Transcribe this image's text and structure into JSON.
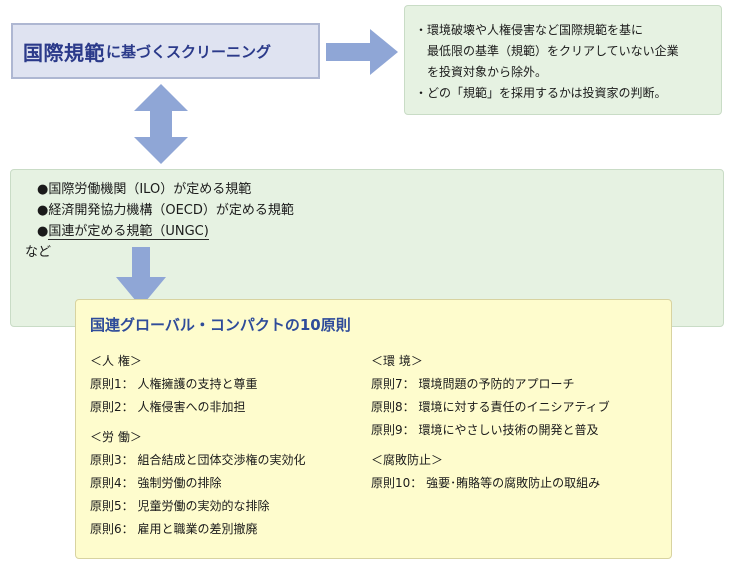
{
  "title": {
    "strong": "国際規範",
    "rest": "に基づくスクリーニング"
  },
  "note": {
    "lines": [
      {
        "bullet": "・",
        "text": "環境破壊や人権侵害など国際規範を基に"
      },
      {
        "bullet": "",
        "text": "最低限の基準（規範）をクリアしていない企業"
      },
      {
        "bullet": "",
        "text": "を投資対象から除外。"
      },
      {
        "bullet": "・",
        "text": "どの「規範」を採用するかは投資家の判断。"
      }
    ]
  },
  "standards": {
    "items": [
      {
        "bullet": "●",
        "text": "国際労働機関（ILO）が定める規範"
      },
      {
        "bullet": "●",
        "text": "経済開発協力機構（OECD）が定める規範"
      },
      {
        "bullet": "●",
        "text": "国連が定める規範（UNGC)"
      }
    ],
    "etc": "など"
  },
  "ungc": {
    "title": "国連グローバル・コンパクトの10原則",
    "sections": [
      {
        "heading": "＜人 権＞",
        "items": [
          {
            "label": "原則1：",
            "text": "人権擁護の支持と尊重"
          },
          {
            "label": "原則2：",
            "text": "人権侵害への非加担"
          }
        ]
      },
      {
        "heading": "＜労 働＞",
        "items": [
          {
            "label": "原則3：",
            "text": "組合結成と団体交渉権の実効化"
          },
          {
            "label": "原則4：",
            "text": "強制労働の排除"
          },
          {
            "label": "原則5：",
            "text": "児童労働の実効的な排除"
          },
          {
            "label": "原則6：",
            "text": "雇用と職業の差別撤廃"
          }
        ]
      },
      {
        "heading": "＜環 境＞",
        "items": [
          {
            "label": "原則7：",
            "text": "環境問題の予防的アプローチ"
          },
          {
            "label": "原則8：",
            "text": "環境に対する責任のイニシアティブ"
          },
          {
            "label": "原則9：",
            "text": "環境にやさしい技術の開発と普及"
          }
        ]
      },
      {
        "heading": "＜腐敗防止＞",
        "items": [
          {
            "label": "原則10：",
            "text": "強要･賄賂等の腐敗防止の取組み"
          }
        ]
      }
    ]
  },
  "colors": {
    "arrow": "#8fa6d6",
    "title_fill": "#dfe3f1",
    "green_fill": "#e6f2e2",
    "yellow_fill": "#fefccd",
    "title_text": "#2b3a8a",
    "ungc_title_text": "#2f4c9a"
  }
}
